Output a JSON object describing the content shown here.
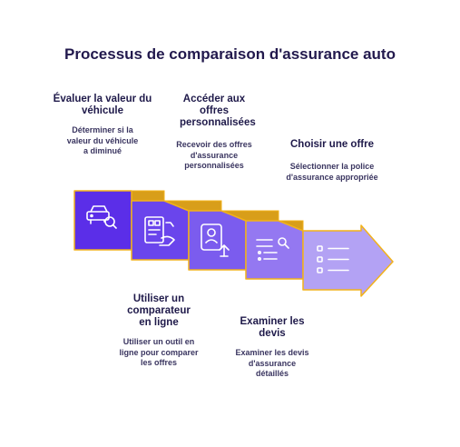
{
  "title": "Processus de comparaison d'assurance auto",
  "steps": [
    {
      "heading": "Évaluer la valeur du véhicule",
      "description": "Déterminer si la valeur du véhicule a diminué",
      "icon": "car-search-icon"
    },
    {
      "heading": "Utiliser un comparateur en ligne",
      "description": "Utiliser un outil en ligne pour comparer les offres",
      "icon": "calculator-hand-icon"
    },
    {
      "heading": "Accéder aux offres personnalisées",
      "description": "Recevoir des offres d'assurance personnalisées",
      "icon": "profile-upload-icon"
    },
    {
      "heading": "Examiner les devis",
      "description": "Examiner les devis d'assurance détaillés",
      "icon": "list-search-icon"
    },
    {
      "heading": "Choisir une offre",
      "description": "Sélectionner la police d'assurance appropriée",
      "icon": "checklist-icon"
    }
  ],
  "colors": {
    "step1": "#5b2ee8",
    "step2": "#6a45ec",
    "step3": "#7b5cee",
    "step4": "#9478f1",
    "step5": "#b3a2f4",
    "border": "#f2b21a",
    "fold": "#d89e1a"
  }
}
